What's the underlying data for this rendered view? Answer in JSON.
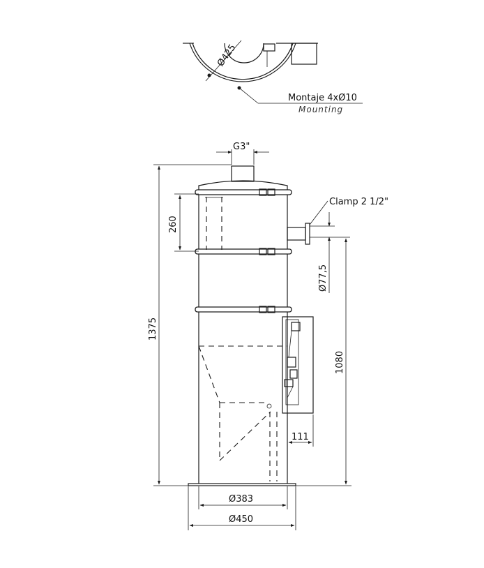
{
  "labels": {
    "mount_diameter": "Ø425",
    "mounting_es": "Montaje 4xØ10",
    "mounting_en": "Mounting",
    "outlet_thread": "G3\"",
    "clamp": "Clamp 2 1/2\"",
    "dim_260": "260",
    "dim_775": "Ø77,5",
    "dim_1375": "1375",
    "dim_1080": "1080",
    "dim_111": "111",
    "dim_383": "Ø383",
    "dim_450": "Ø450"
  },
  "colors": {
    "line": "#1a1a1a",
    "background": "#ffffff"
  }
}
